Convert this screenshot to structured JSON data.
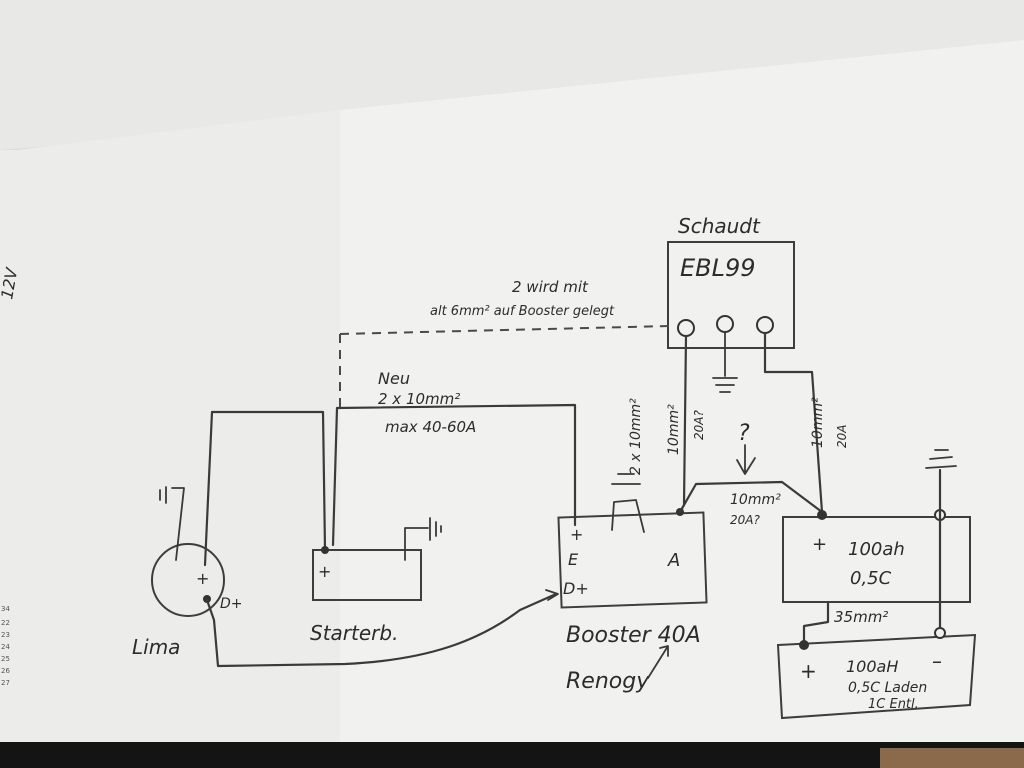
{
  "labels": {
    "manufacturer": "Schaudt",
    "ebl": "EBL99",
    "note_line1": "2 wird mit",
    "note_line2": "alt 6mm² auf Booster gelegt",
    "neu": "Neu",
    "neu_cable": "2 x 10mm²",
    "neu_max": "max 40-60A",
    "lima": "Lima",
    "lima_plus": "+",
    "lima_dplus": "D+",
    "starterb": "Starterb.",
    "starter_plus": "+",
    "booster_e_plus": "+",
    "booster_e": "E",
    "booster_dplus": "D+",
    "booster_a": "A",
    "booster_title": "Booster 40A",
    "renogy": "Renogy",
    "wire_2x10": "2 x 10mm²",
    "wire_ebl1": "10mm²",
    "wire_ebl1_amp": "20A?",
    "wire_ebl2": "10mm²",
    "wire_ebl2_amp": "20A",
    "question": "?",
    "wire_mid": "10mm²",
    "wire_mid_amp": "20A?",
    "bat1_plus": "+",
    "bat1_cap": "100ah",
    "bat1_rate": "0,5C",
    "wire_35": "35mm²",
    "bat2_plus": "+",
    "bat2_minus": "–",
    "bat2_cap": "100aH",
    "bat2_charge": "0,5C Laden",
    "bat2_discharge": "1C Entl.",
    "margin_left_text": "12V",
    "cal_numbers": [
      "34",
      "22",
      "23",
      "24",
      "25",
      "26",
      "27"
    ]
  },
  "colors": {
    "paper": "#f1f1ef",
    "shadow_paper": "#e6e6e3",
    "ink": "#2c2c2c",
    "blue_ink": "#2b3f7a",
    "desk_bottom": "#8a6a4a",
    "black_bar": "#141414"
  }
}
